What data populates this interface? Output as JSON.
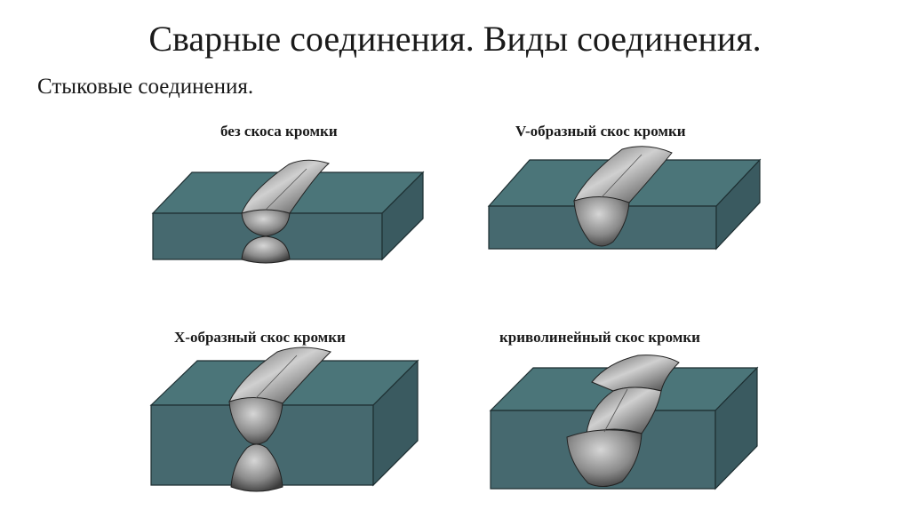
{
  "slide": {
    "title": "Сварные соединения. Виды соединения.",
    "subtitle": "Стыковые соединения."
  },
  "diagrams": [
    {
      "id": "no-bevel",
      "caption": "без скоса кромки"
    },
    {
      "id": "v-bevel",
      "caption": "V-образный скос кромки"
    },
    {
      "id": "x-bevel",
      "caption": "X-образный скос кромки"
    },
    {
      "id": "curved-bevel",
      "caption": "криволинейный скос кромки"
    }
  ],
  "colors": {
    "plate_top": "#4b7579",
    "plate_front": "#46696f",
    "plate_side": "#3a5a60",
    "edge": "#1d2e31",
    "weld_light": "#c8c8c8",
    "weld_dark": "#4a4a4a"
  }
}
